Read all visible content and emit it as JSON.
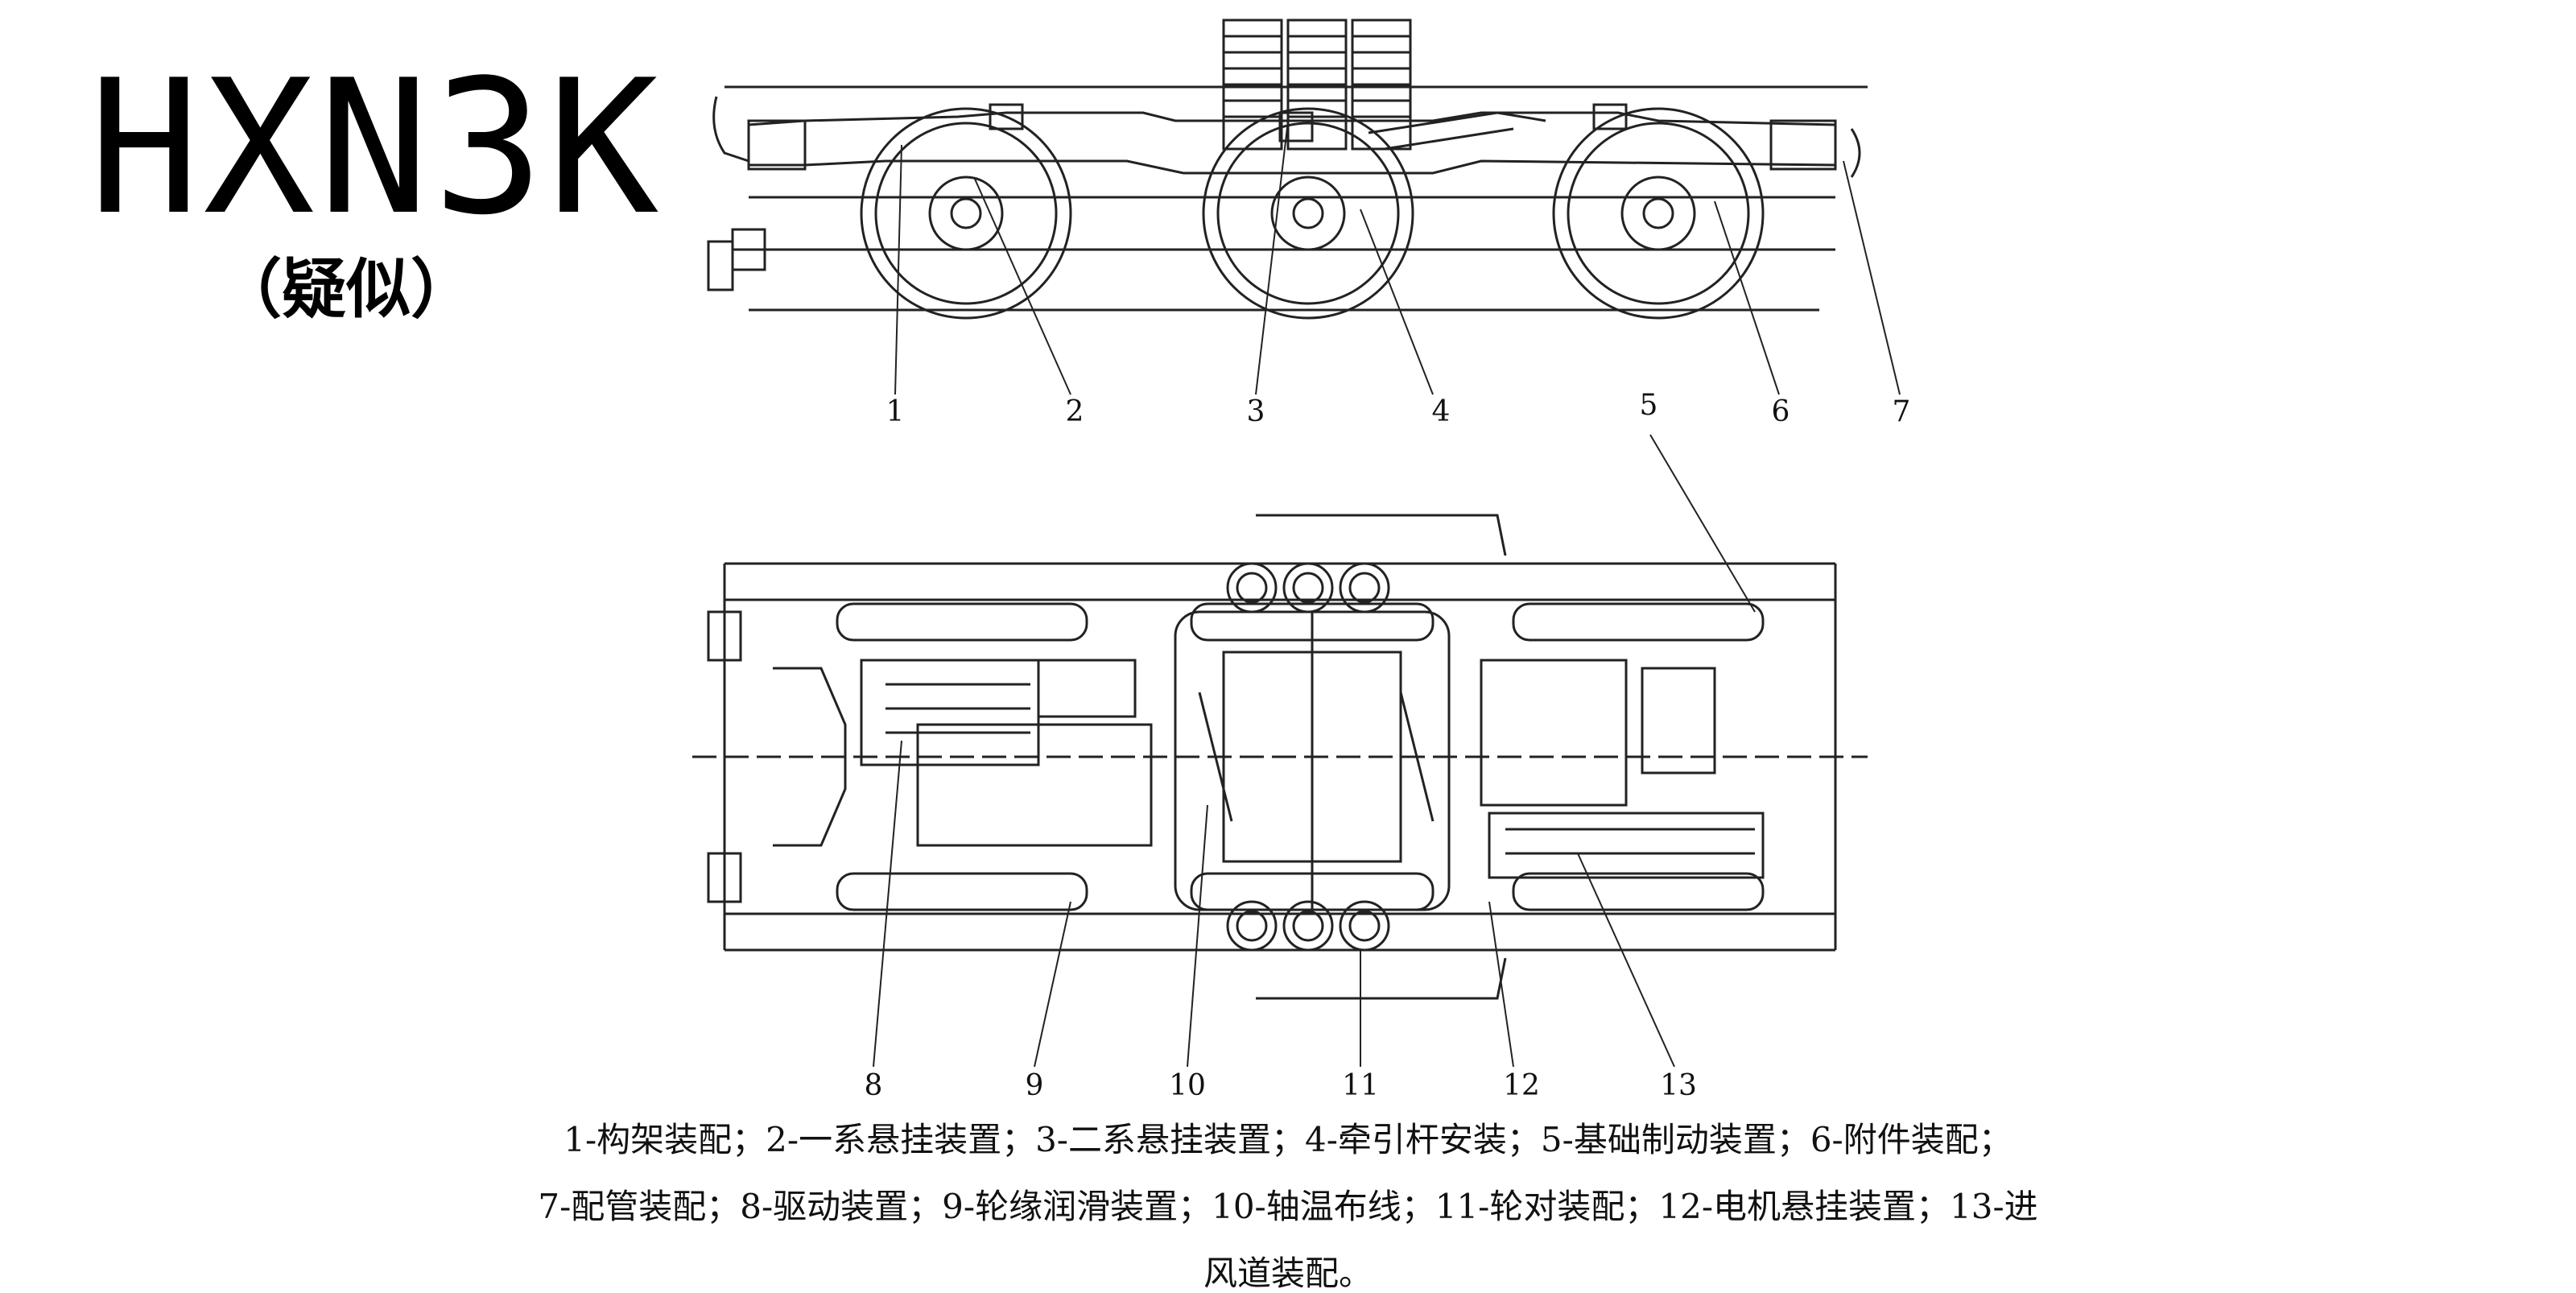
{
  "title": "HXN3K",
  "subtitle": "（疑似）",
  "callouts": {
    "n1": "1",
    "n2": "2",
    "n3": "3",
    "n4": "4",
    "n5": "5",
    "n6": "6",
    "n7": "7",
    "n8": "8",
    "n9": "9",
    "n10": "10",
    "n11": "11",
    "n12": "12",
    "n13": "13"
  },
  "caption": {
    "line1": "1-构架装配；2-一系悬挂装置；3-二系悬挂装置；4-牵引杆安装；5-基础制动装置；6-附件装配；",
    "line2": "7-配管装配；8-驱动装置；9-轮缘润滑装置；10-轴温布线；11-轮对装配；12-电机悬挂装置；13-进",
    "line3": "风道装配。"
  }
}
